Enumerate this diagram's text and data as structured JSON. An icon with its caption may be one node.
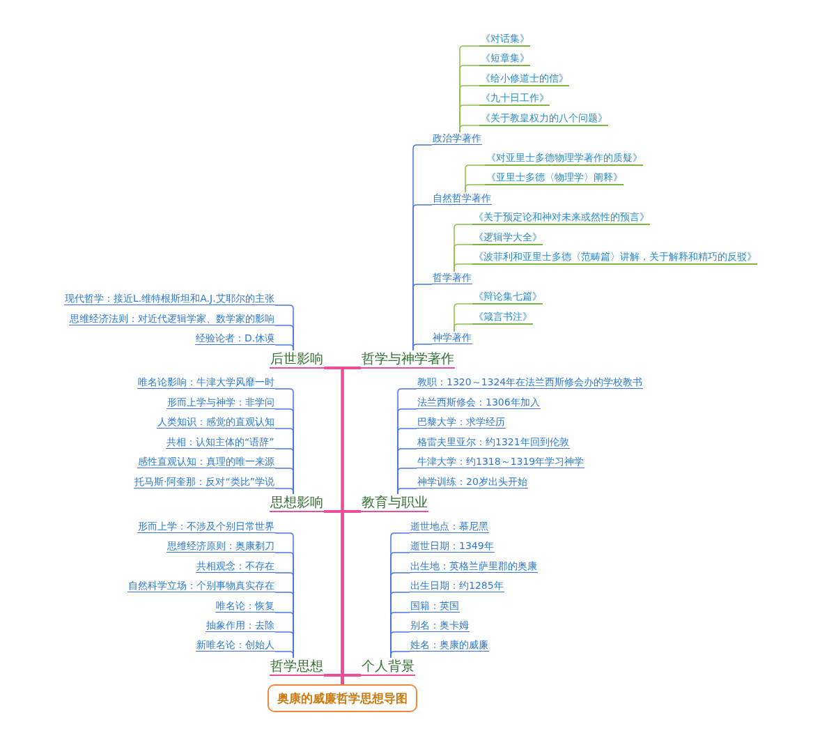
{
  "diagram": {
    "nodes": [
      {
        "text": [
          "奥康的威廉哲学思想导图"
        ]
      },
      {
        "text": [
          "后世影响"
        ]
      },
      {
        "text": [
          "现代哲学：接近L.维特根斯坦和A.J.艾耶尔的主张"
        ]
      },
      {
        "text": [
          "思维经济法则：对近代逻辑学家、数学家的影响"
        ]
      },
      {
        "text": [
          "经验论者：D.休谟"
        ]
      },
      {
        "text": [
          "哲学与神学著作"
        ]
      },
      {
        "text": [
          "政治学著作"
        ]
      },
      {
        "text": [
          "《对话集》"
        ]
      },
      {
        "text": [
          "《短章集》"
        ]
      },
      {
        "text": [
          "《给小修道士的信》"
        ]
      },
      {
        "text": [
          "《九十日工作》"
        ]
      },
      {
        "text": [
          "《关于教皇权力的八个问题》"
        ]
      },
      {
        "text": [
          "自然哲学著作"
        ]
      },
      {
        "text": [
          "《对亚里士多德物理学著作的质疑》"
        ]
      },
      {
        "text": [
          "《亚里士多德〈物理学〉阐释》"
        ]
      },
      {
        "text": [
          "哲学著作"
        ]
      },
      {
        "text": [
          "《关于预定论和神对未来或然性的预言》"
        ]
      },
      {
        "text": [
          "《逻辑学大全》"
        ]
      },
      {
        "text": [
          "《波菲利和亚里士多德〈范畴篇〉讲解，关于解释和精巧的反驳》"
        ]
      },
      {
        "text": [
          "神学著作"
        ]
      },
      {
        "text": [
          "《辩论集七篇》"
        ]
      },
      {
        "text": [
          "《箴言书注》"
        ]
      },
      {
        "text": [
          "思想影响"
        ]
      },
      {
        "text": [
          "唯名论影响：牛津大学风靡一时"
        ]
      },
      {
        "text": [
          "形而上学与神学：非学问"
        ]
      },
      {
        "text": [
          "人类知识：感觉的直观认知"
        ]
      },
      {
        "text": [
          "共相：认知主体的“语辞”"
        ]
      },
      {
        "text": [
          "感性直观认知：真理的唯一来源"
        ]
      },
      {
        "text": [
          "托马斯·阿奎那：反对“类比”学说"
        ]
      },
      {
        "text": [
          "教育与职业"
        ]
      },
      {
        "text": [
          "教职：1320～1324年在法兰西斯修会办的学校教书"
        ]
      },
      {
        "text": [
          "法兰西斯修会：1306年加入"
        ]
      },
      {
        "text": [
          "巴黎大学：求学经历"
        ]
      },
      {
        "text": [
          "格雷夫里亚尔：约1321年回到伦敦"
        ]
      },
      {
        "text": [
          "牛津大学：约1318～1319年学习神学"
        ]
      },
      {
        "text": [
          "神学训练：20岁出头开始"
        ]
      },
      {
        "text": [
          "哲学思想"
        ]
      },
      {
        "text": [
          "形而上学：不涉及个别日常世界"
        ]
      },
      {
        "text": [
          "思维经济原则：奥康剃刀"
        ]
      },
      {
        "text": [
          "共相观念：不存在"
        ]
      },
      {
        "text": [
          "自然科学立场：个别事物真实存在"
        ]
      },
      {
        "text": [
          "唯名论：恢复"
        ]
      },
      {
        "text": [
          "抽象作用：去除"
        ]
      },
      {
        "text": [
          "新唯名论：创始人"
        ]
      },
      {
        "text": [
          "个人背景"
        ]
      },
      {
        "text": [
          "逝世地点：慕尼黑"
        ]
      },
      {
        "text": [
          "逝世日期：1349年"
        ]
      },
      {
        "text": [
          "出生地：英格兰萨里郡的奥康"
        ]
      },
      {
        "text": [
          "出生日期：约1285年"
        ]
      },
      {
        "text": [
          "国籍：英国"
        ]
      },
      {
        "text": [
          "别名：奥卡姆"
        ]
      },
      {
        "text": [
          "姓名：奥康的威廉"
        ]
      }
    ],
    "edges": [
      {
        "from": 0,
        "to": 1,
        "arrow": "none",
        "style": "thick",
        "color": "#ee4d9b"
      },
      {
        "from": 0,
        "to": 5,
        "arrow": "none",
        "style": "thick",
        "color": "#ee4d9b"
      },
      {
        "from": 0,
        "to": 22,
        "arrow": "none",
        "style": "thick",
        "color": "#ee4d9b"
      },
      {
        "from": 0,
        "to": 29,
        "arrow": "none",
        "style": "thick",
        "color": "#ee4d9b"
      },
      {
        "from": 0,
        "to": 36,
        "arrow": "none",
        "style": "thick",
        "color": "#ee4d9b"
      },
      {
        "from": 0,
        "to": 44,
        "arrow": "none",
        "style": "thick",
        "color": "#ee4d9b"
      },
      {
        "from": 1,
        "to": 2,
        "arrow": "none"
      },
      {
        "from": 1,
        "to": 3,
        "arrow": "none"
      },
      {
        "from": 1,
        "to": 4,
        "arrow": "none"
      },
      {
        "from": 5,
        "to": 6,
        "arrow": "none"
      },
      {
        "from": 5,
        "to": 12,
        "arrow": "none"
      },
      {
        "from": 5,
        "to": 15,
        "arrow": "none"
      },
      {
        "from": 5,
        "to": 19,
        "arrow": "none"
      },
      {
        "from": 6,
        "to": 7,
        "arrow": "none",
        "color": "#8dbf4f"
      },
      {
        "from": 6,
        "to": 8,
        "arrow": "none",
        "color": "#8dbf4f"
      },
      {
        "from": 6,
        "to": 9,
        "arrow": "none",
        "color": "#8dbf4f"
      },
      {
        "from": 6,
        "to": 10,
        "arrow": "none",
        "color": "#8dbf4f"
      },
      {
        "from": 6,
        "to": 11,
        "arrow": "none",
        "color": "#8dbf4f"
      },
      {
        "from": 12,
        "to": 13,
        "arrow": "none",
        "color": "#8dbf4f"
      },
      {
        "from": 12,
        "to": 14,
        "arrow": "none",
        "color": "#8dbf4f"
      },
      {
        "from": 15,
        "to": 16,
        "arrow": "none",
        "color": "#8dbf4f"
      },
      {
        "from": 15,
        "to": 17,
        "arrow": "none",
        "color": "#8dbf4f"
      },
      {
        "from": 15,
        "to": 18,
        "arrow": "none",
        "color": "#8dbf4f"
      },
      {
        "from": 19,
        "to": 20,
        "arrow": "none",
        "color": "#8dbf4f"
      },
      {
        "from": 19,
        "to": 21,
        "arrow": "none",
        "color": "#8dbf4f"
      },
      {
        "from": 22,
        "to": 23,
        "arrow": "none"
      },
      {
        "from": 22,
        "to": 24,
        "arrow": "none"
      },
      {
        "from": 22,
        "to": 25,
        "arrow": "none"
      },
      {
        "from": 22,
        "to": 26,
        "arrow": "none"
      },
      {
        "from": 22,
        "to": 27,
        "arrow": "none"
      },
      {
        "from": 22,
        "to": 28,
        "arrow": "none"
      },
      {
        "from": 29,
        "to": 30,
        "arrow": "none"
      },
      {
        "from": 29,
        "to": 31,
        "arrow": "none"
      },
      {
        "from": 29,
        "to": 32,
        "arrow": "none"
      },
      {
        "from": 29,
        "to": 33,
        "arrow": "none"
      },
      {
        "from": 29,
        "to": 34,
        "arrow": "none"
      },
      {
        "from": 29,
        "to": 35,
        "arrow": "none"
      },
      {
        "from": 36,
        "to": 37,
        "arrow": "none"
      },
      {
        "from": 36,
        "to": 38,
        "arrow": "none"
      },
      {
        "from": 36,
        "to": 39,
        "arrow": "none"
      },
      {
        "from": 36,
        "to": 40,
        "arrow": "none"
      },
      {
        "from": 36,
        "to": 41,
        "arrow": "none"
      },
      {
        "from": 36,
        "to": 42,
        "arrow": "none"
      },
      {
        "from": 36,
        "to": 43,
        "arrow": "none"
      },
      {
        "from": 44,
        "to": 45,
        "arrow": "none"
      },
      {
        "from": 44,
        "to": 46,
        "arrow": "none"
      },
      {
        "from": 44,
        "to": 47,
        "arrow": "none"
      },
      {
        "from": 44,
        "to": 48,
        "arrow": "none"
      },
      {
        "from": 44,
        "to": 49,
        "arrow": "none"
      },
      {
        "from": 44,
        "to": 50,
        "arrow": "none"
      },
      {
        "from": 44,
        "to": 51,
        "arrow": "none"
      }
    ]
  }
}
